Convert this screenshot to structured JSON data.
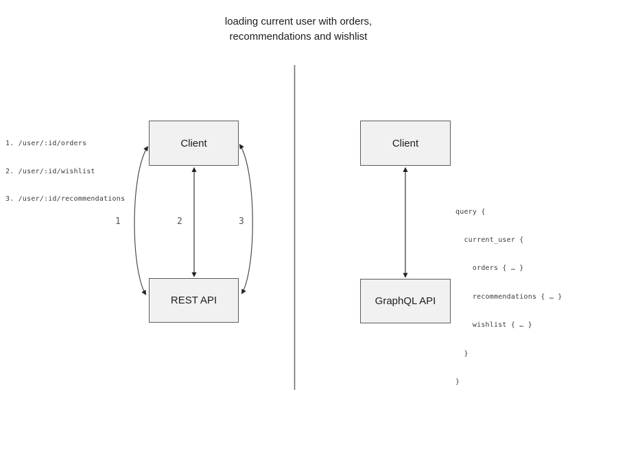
{
  "title": {
    "line1": "loading current user with orders,",
    "line2": "recommendations and wishlist"
  },
  "colors": {
    "box_fill": "#f1f1f1",
    "box_border": "#5b5b5b",
    "arrow": "#3a3a3a",
    "divider": "#6e6e6e",
    "code_text": "#3a3a3a",
    "number_label": "#575757"
  },
  "rest_side": {
    "endpoints": [
      "1. /user/:id/orders",
      "2. /user/:id/wishlist",
      "3. /user/:id/recommendations"
    ],
    "client_label": "Client",
    "api_label": "REST API",
    "arrow_labels": [
      "1",
      "2",
      "3"
    ]
  },
  "graphql_side": {
    "client_label": "Client",
    "api_label": "GraphQL API",
    "query_lines": [
      "query {",
      "  current_user {",
      "    orders { … }",
      "    recommendations { … }",
      "    wishlist { … }",
      "  }",
      "}"
    ]
  }
}
